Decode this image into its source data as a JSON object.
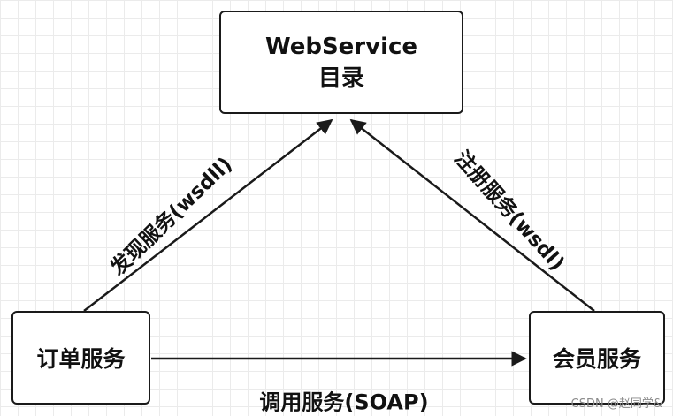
{
  "nodes": {
    "webservice": {
      "line1": "WebService",
      "line2": "目录"
    },
    "order": {
      "label": "订单服务"
    },
    "member": {
      "label": "会员服务"
    }
  },
  "edges": {
    "discover": {
      "label": "发现服务(wsdll)"
    },
    "register": {
      "label": "注册服务(wsdl)"
    },
    "call": {
      "label": "调用服务(SOAP)"
    }
  },
  "watermark": "CSDN @赵同学&",
  "colors": {
    "stroke": "#1a1a1a",
    "grid": "#ebebeb",
    "background": "#ffffff",
    "watermark": "#8a8a8a"
  }
}
